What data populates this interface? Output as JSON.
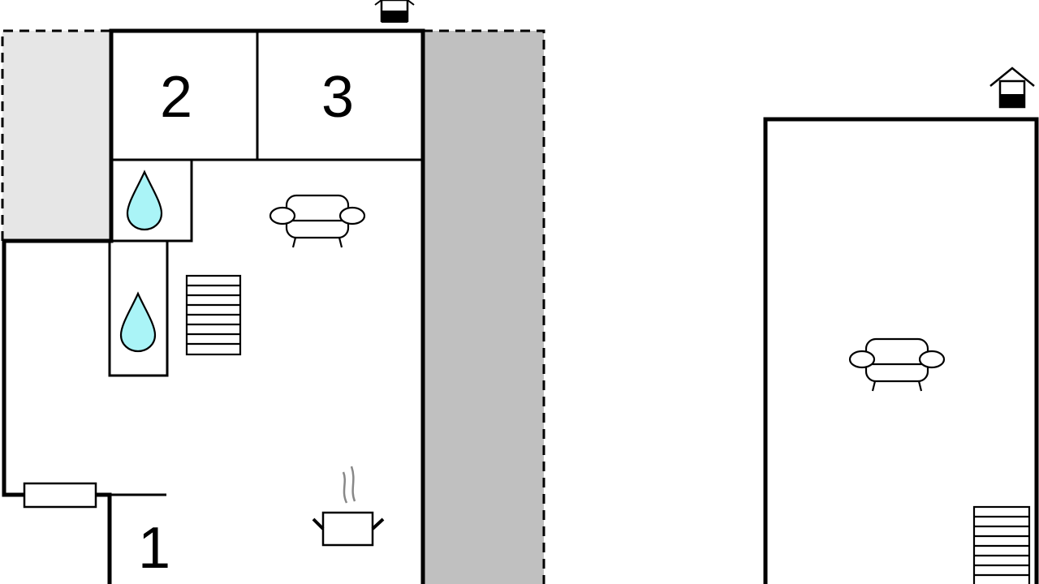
{
  "rooms": [
    {
      "number": "1",
      "type": "bedroom"
    },
    {
      "number": "2",
      "type": "bedroom"
    },
    {
      "number": "3",
      "type": "bedroom"
    }
  ],
  "icons": [
    "entrance-icon",
    "water-drop-icon",
    "sofa-icon",
    "stairs-icon",
    "cooking-pot-icon",
    "window-icon"
  ],
  "colors": {
    "terrace_light": "#e6e6e6",
    "terrace_dark": "#c0c0c0",
    "water": "#aaf4f7",
    "wall": "#000000",
    "steam": "#888888"
  }
}
